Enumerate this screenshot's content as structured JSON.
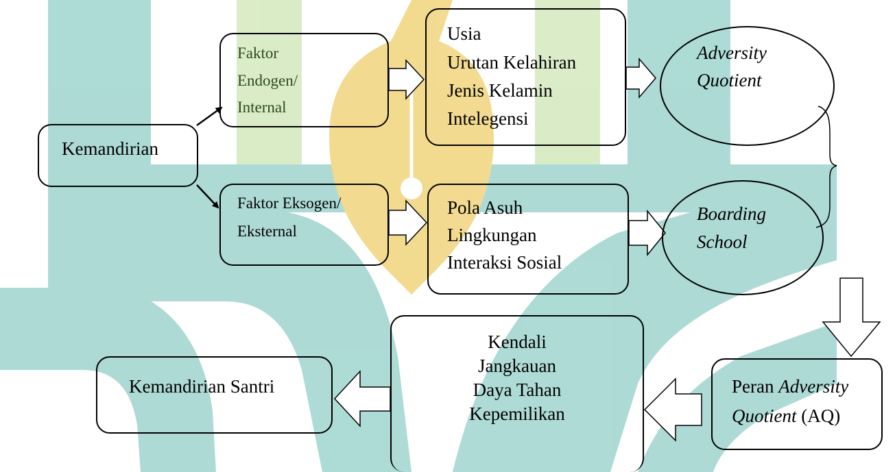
{
  "nodes": {
    "kemandirian": "Kemandirian",
    "faktor_endogen": [
      "Faktor",
      "Endogen/",
      "Internal"
    ],
    "faktor_eksogen": [
      "Faktor Eksogen/",
      "Eksternal"
    ],
    "internal_factors": [
      "Usia",
      "Urutan Kelahiran",
      "Jenis Kelamin",
      "Intelegensi"
    ],
    "external_factors": [
      "Pola Asuh",
      "Lingkungan",
      "Interaksi Sosial"
    ],
    "adversity_quotient": [
      "Adversity",
      "Quotient"
    ],
    "boarding_school": [
      "Boarding",
      "School"
    ],
    "peran_aq": {
      "line1_prefix": "Peran ",
      "line1_italic": "Adversity",
      "line2_italic": "Quotient",
      "line2_suffix": " (AQ)"
    },
    "aq_dimensions": [
      "Kendali",
      "Jangkauan",
      "Daya Tahan",
      "Kepemilikan"
    ],
    "kemandirian_santri": "Kemandirian Santri"
  },
  "colors": {
    "watermark_teal": "#a9d9d3",
    "watermark_green": "#d9ebc4",
    "watermark_gold": "#f2d98a",
    "label_green": "#2e4a1e"
  }
}
